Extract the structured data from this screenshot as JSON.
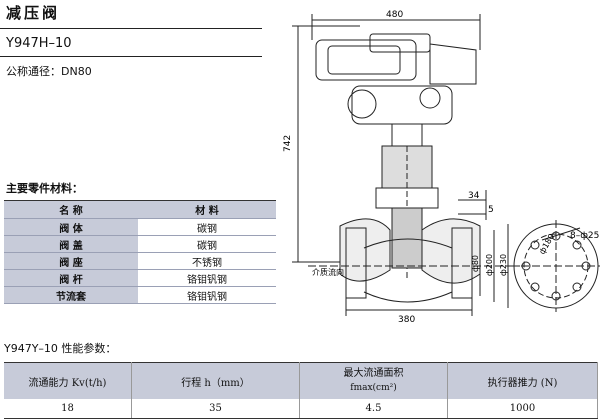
{
  "header": {
    "title": "减压阀",
    "model": "Y947H–10",
    "nominal_diameter": "公称通径：DN80"
  },
  "materials": {
    "section_title": "主要零件材料：",
    "columns": [
      "名 称",
      "材 料"
    ],
    "rows": [
      {
        "name": "阀 体",
        "material": "碳钢"
      },
      {
        "name": "阀 盖",
        "material": "碳钢"
      },
      {
        "name": "阀 座",
        "material": "不锈钢"
      },
      {
        "name": "阀 杆",
        "material": "铬钼钒钢"
      },
      {
        "name": "节流套",
        "material": "铬钼钒钢"
      }
    ]
  },
  "performance": {
    "section_title": "Y947Y–10 性能参数：",
    "headers": {
      "flow_capacity": "流通能力 Kv(t/h)",
      "stroke": "行程 h（mm）",
      "max_area_line1": "最大流通面积",
      "max_area_line2": "fmax(cm²)",
      "actuator_thrust": "执行器推力 (N)"
    },
    "values": {
      "flow_capacity": "18",
      "stroke": "35",
      "max_area": "4.5",
      "actuator_thrust": "1000"
    }
  },
  "drawing": {
    "dim_top": "480",
    "dim_height": "742",
    "dim_bottom": "380",
    "dim_34": "34",
    "dim_5": "5",
    "dim_d80": "ф80",
    "dim_d200": "ф200",
    "dim_d230": "ф230",
    "flow_label": "介质流向",
    "bolt_circle": "ф180",
    "bolts": "8–ф25"
  }
}
